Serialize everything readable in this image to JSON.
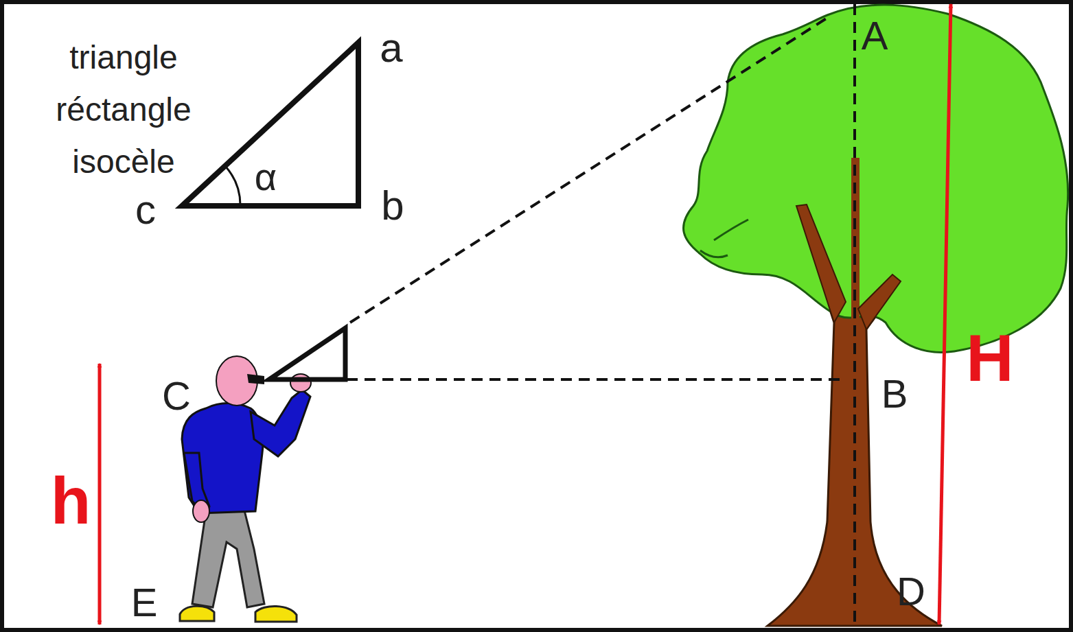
{
  "diagram": {
    "labels": [
      "triangle réctangle isocèle",
      "a",
      "b",
      "c",
      "α",
      "A",
      "B",
      "C",
      "D",
      "E",
      "h",
      "H"
    ]
  }
}
